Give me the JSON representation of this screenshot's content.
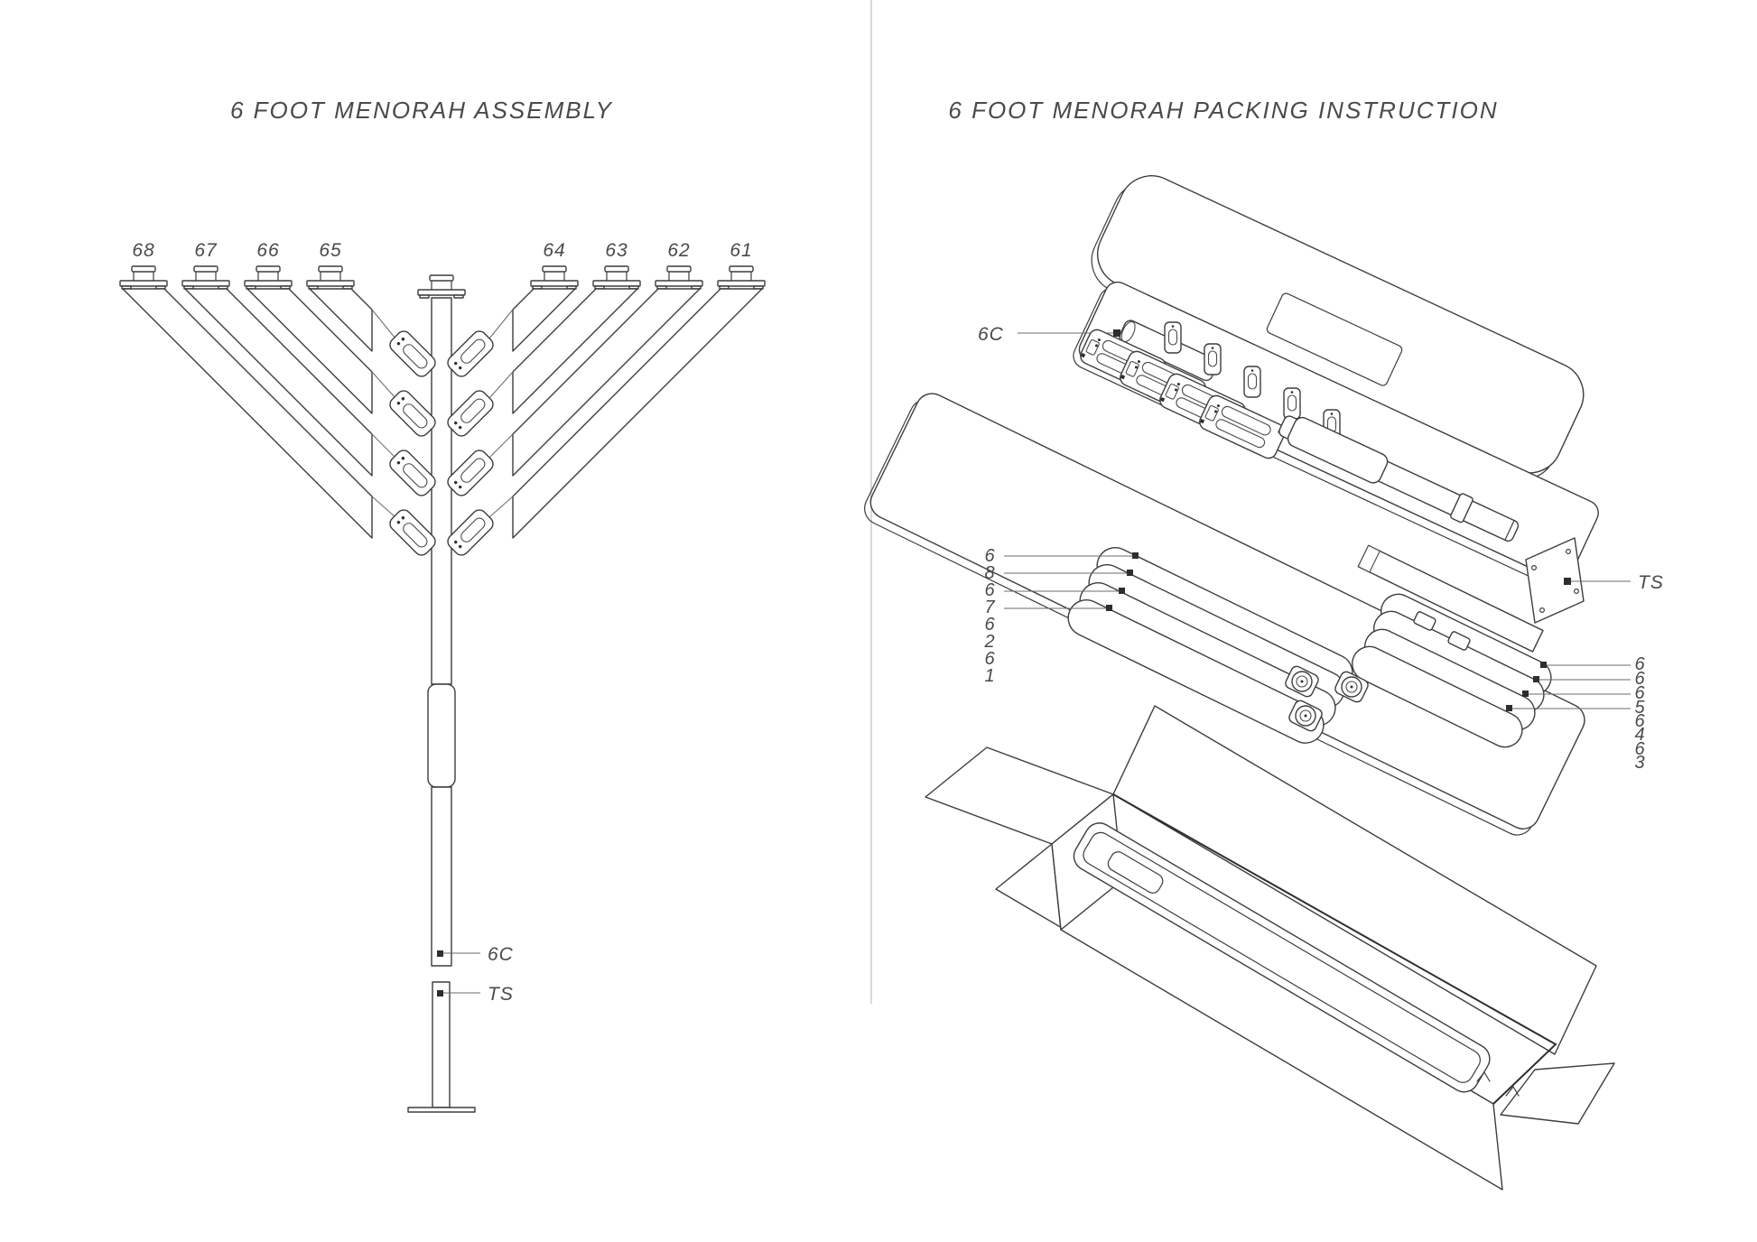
{
  "colors": {
    "background": "#ffffff",
    "line": "#3d3d3d",
    "label": "#4a4a4a",
    "divider": "#d9d9d9",
    "marker": "#2e2e2e"
  },
  "assembly": {
    "title": "6 FOOT MENORAH ASSEMBLY",
    "arm_labels": [
      "68",
      "67",
      "66",
      "65",
      "64",
      "63",
      "62",
      "61"
    ],
    "lower_pole_label": "6C",
    "stand_label": "TS"
  },
  "packing": {
    "title": "6 FOOT MENORAH PACKING INSTRUCTION",
    "pole_label": "6C",
    "stand_plate_label": "TS",
    "left_part_numbers": [
      "6",
      "8",
      "6",
      "7",
      "6",
      "2",
      "6",
      "1"
    ],
    "right_part_numbers": [
      "6",
      "6",
      "6",
      "5",
      "6",
      "4",
      "6",
      "3"
    ]
  }
}
